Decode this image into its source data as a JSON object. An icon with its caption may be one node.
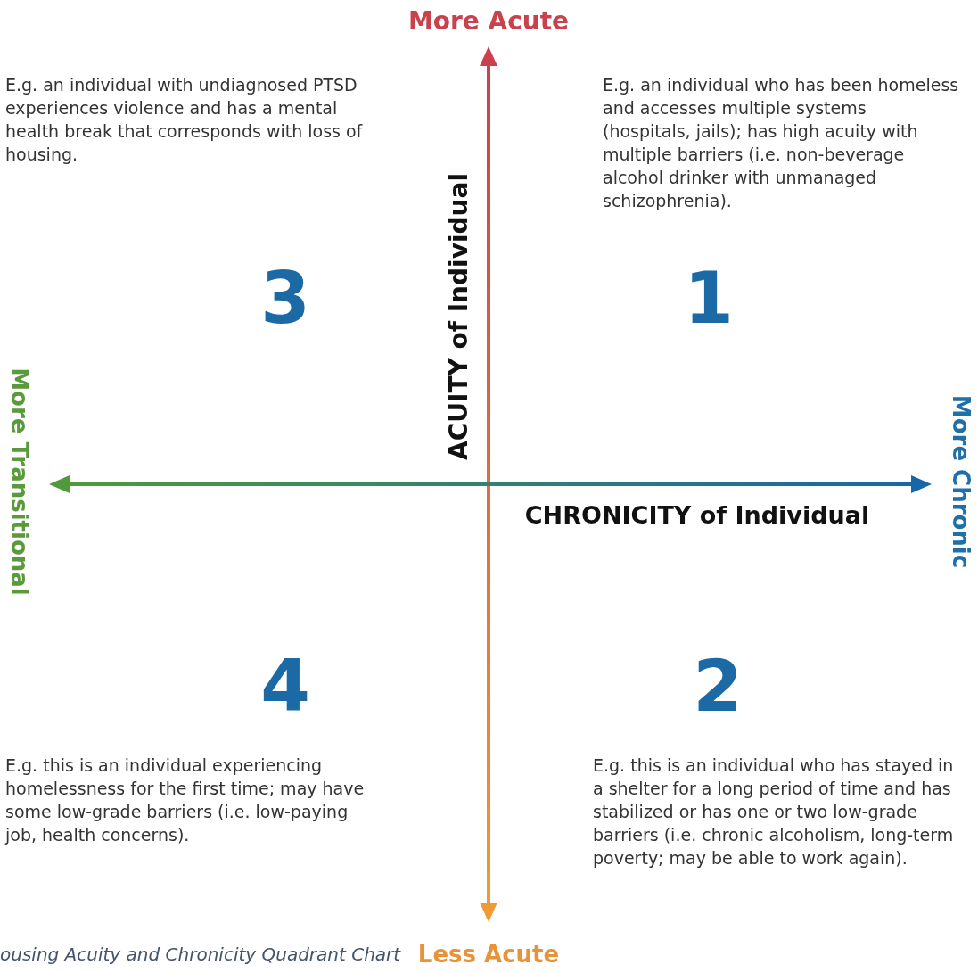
{
  "diagram": {
    "caption": "ousing Acuity and Chronicity Quadrant Chart",
    "labels": [
      "More Acute",
      "E.g. an individual with undiagnosed PTSD experiences violence and has a mental health break that corresponds with loss of housing.",
      "E.g. an individual who has been homeless and accesses multiple systems (hospitals, jails); has high acuity with multiple barriers (i.e. non-beverage alcohol drinker with unmanaged schizophrenia).",
      "ACUITY of Individual",
      "3",
      "1",
      "More Transitional",
      "More Chronic",
      "CHRONICITY of Individual",
      "4",
      "2",
      "E.g. this is an individual experiencing homelessness for the first time; may have some low-grade barriers (i.e. low-paying job, health concerns).",
      "E.g. this is an individual who has stayed in a shelter for a long period of time and has stabilized or has one or two low-grade barriers (i.e. chronic alcoholism, long-term poverty; may be able to work again).",
      "Less Acute"
    ]
  }
}
